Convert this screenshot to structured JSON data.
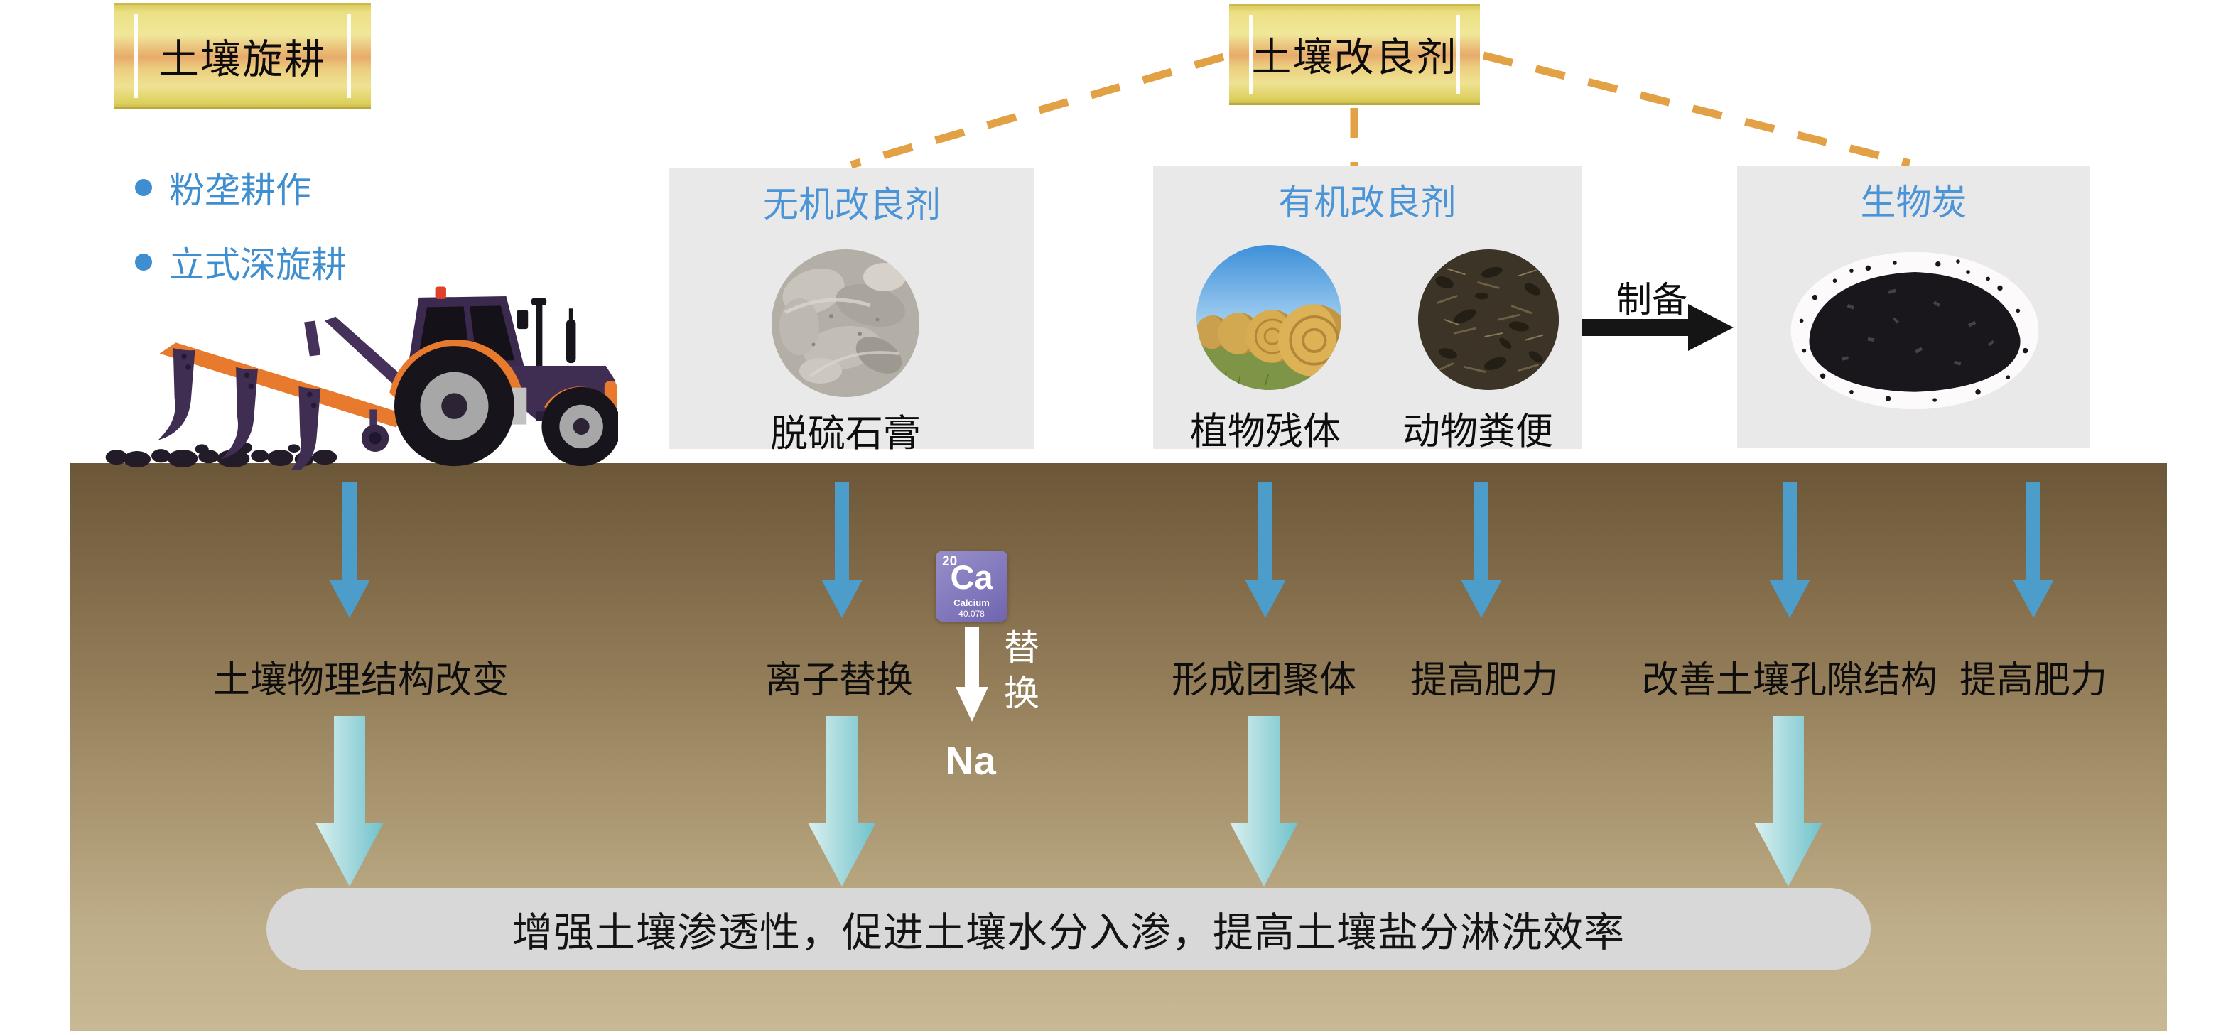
{
  "tillage": {
    "title": "土壤旋耕",
    "bullets": [
      {
        "label": "粉垄耕作"
      },
      {
        "label": "立式深旋耕"
      }
    ]
  },
  "amendment_title": "土壤改良剂",
  "categories": [
    {
      "heading": "无机改良剂",
      "captions": [
        "脱硫石膏"
      ]
    },
    {
      "heading": "有机改良剂",
      "captions": [
        "植物残体",
        "动物粪便"
      ]
    },
    {
      "heading": "生物炭",
      "captions": []
    }
  ],
  "prepare_label": "制备",
  "element_tile": {
    "atomic_number": "20",
    "symbol": "Ca",
    "name": "Calcium",
    "atomic_mass": "40.078"
  },
  "substitution_label": "替换",
  "sodium_label": "Na",
  "effect_labels": [
    "土壤物理结构改变",
    "离子替换",
    "形成团聚体",
    "提高肥力",
    "改善土壤孔隙结构",
    "提高肥力"
  ],
  "conclusion": "增强土壤渗透性，促进土壤水分入渗，提高土壤盐分淋洗效率",
  "colors": {
    "accent_blue": "#4b94d7",
    "arrow_blue": "#4c9dc9",
    "arrow_teal_light": "#dbf0ef",
    "arrow_teal_dark": "#6fc2cb",
    "dashed_orange": "#e2a145",
    "soil_top": "#6b5738",
    "soil_bottom": "#c9b894",
    "gold_mid": "#e7ab6b",
    "box_gray": "#e9e9e9",
    "pill_gray": "#d8d8d8",
    "element_purple": "#7d74bb"
  }
}
